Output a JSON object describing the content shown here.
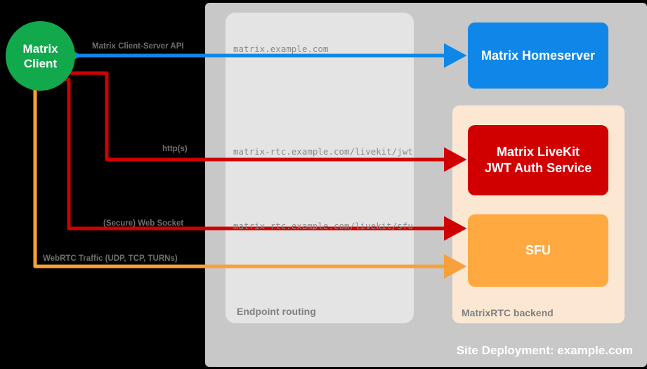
{
  "diagram": {
    "title": "Site Deployment: example.com",
    "site_label": "Site Deployment: example.com",
    "panels": {
      "endpoint_routing": "Endpoint routing",
      "matrixrtc_backend": "MatrixRTC backend"
    },
    "nodes": {
      "client_line1": "Matrix",
      "client_line2": "Client",
      "homeserver": "Matrix Homeserver",
      "jwt_line1": "Matrix LiveKit",
      "jwt_line2": "JWT Auth Service",
      "sfu": "SFU"
    },
    "connections": [
      {
        "name": "matrix-client-server-api",
        "protocol_label": "Matrix Client-Server API",
        "endpoint": "matrix.example.com",
        "color": "#0f87e8",
        "direction": "bidirectional",
        "target": "Matrix Homeserver"
      },
      {
        "name": "jwt-auth",
        "protocol_label": "http(s)",
        "endpoint": "matrix-rtc.example.com/livekit/jwt",
        "color": "#d10000",
        "direction": "bidirectional",
        "target": "Matrix LiveKit JWT Auth Service"
      },
      {
        "name": "sfu-websocket",
        "protocol_label": "(Secure) Web Socket",
        "endpoint": "matrix-rtc.example.com/livekit/sfu",
        "color": "#d10000",
        "direction": "bidirectional",
        "target": "SFU"
      },
      {
        "name": "webrtc-media",
        "protocol_label": "WebRTC Traffic (UDP, TCP, TURNs)",
        "endpoint": "",
        "color": "#f7a03c",
        "direction": "bidirectional",
        "target": "SFU"
      }
    ],
    "colors": {
      "background": "#000000",
      "site_panel": "#c8c8c8",
      "endpoint_panel": "#e4e4e4",
      "backend_panel": "#fce8d2",
      "client_green": "#12a84c",
      "homeserver_blue": "#0f87e8",
      "jwt_red": "#d10000",
      "sfu_orange": "#ffa940",
      "label_gray": "#6f6f6f",
      "endpoint_text": "#8a8a8a"
    }
  }
}
